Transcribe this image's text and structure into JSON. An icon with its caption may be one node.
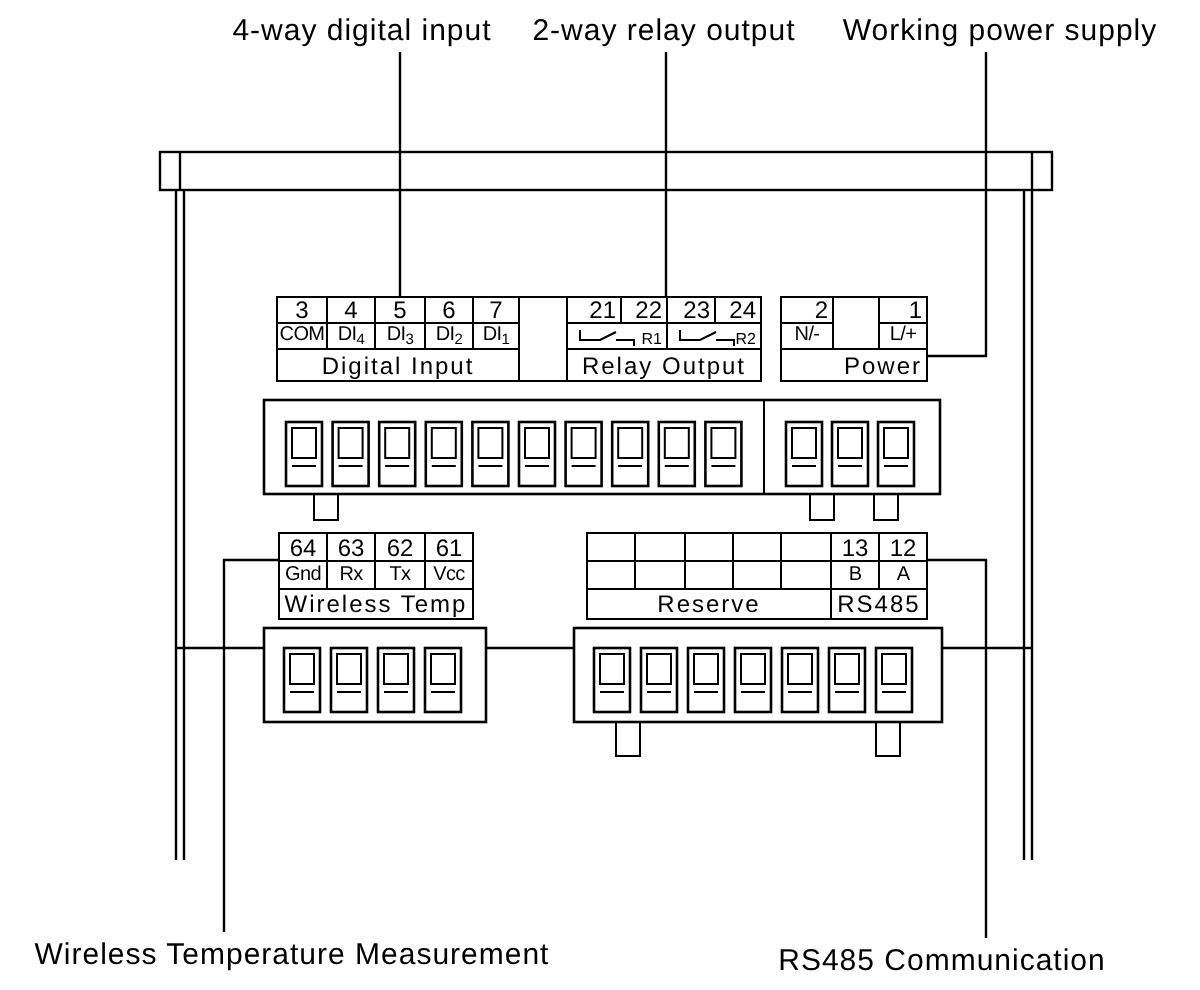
{
  "diagram": {
    "nodes": [
      {
        "text": [
          "4-way digital input"
        ]
      },
      {
        "text": [
          "2-way relay output"
        ]
      },
      {
        "text": [
          "Working power supply"
        ]
      },
      {
        "text": [
          "3",
          "4",
          "5",
          "6",
          "7",
          "COM",
          "DI$_{4}$",
          "DI$_{3}$",
          "DI$_{2}$",
          "DI$_{1}$",
          "Digital Input"
        ]
      },
      {
        "text": [
          "21",
          "22",
          "23",
          "24",
          "R1",
          "R2",
          "Relay Output"
        ]
      },
      {
        "text": [
          "2",
          "1",
          "N/-",
          "L/+",
          "Power"
        ]
      },
      {
        "text": [
          "64",
          "63",
          "62",
          "61",
          "Gnd",
          "Rx",
          "Tx",
          "Vcc",
          "Wireless Temp"
        ]
      },
      {
        "text": [
          "13",
          "12",
          "B",
          "A",
          "Reserve",
          "RS485"
        ]
      },
      {
        "text": [
          "Wireless Temperature Measurement"
        ]
      },
      {
        "text": [
          "RS485 Communication"
        ]
      }
    ],
    "edges": [
      {
        "from": 0,
        "to": 3,
        "arrow": "none"
      },
      {
        "from": 1,
        "to": 4,
        "arrow": "none"
      },
      {
        "from": 2,
        "to": 5,
        "arrow": "none"
      },
      {
        "from": 8,
        "to": 6,
        "arrow": "none"
      },
      {
        "from": 9,
        "to": 7,
        "arrow": "none"
      }
    ]
  }
}
